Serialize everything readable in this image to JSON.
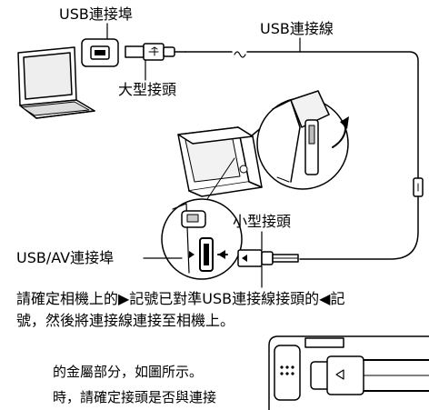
{
  "labels": {
    "usb_port": "USB連接埠",
    "usb_cable": "USB連接線",
    "large_connector": "大型接頭",
    "small_connector": "小型接頭",
    "usb_av_port": "USB/AV連接埠"
  },
  "caption": {
    "line1": "請確定相機上的▶記號已對準USB連接線接頭的◀記",
    "line2": "號，然後將連接線連接至相機上。"
  },
  "body_text": {
    "line1": "的金屬部分，如圖所示。",
    "line2": "時，請確定接頭是否與連接"
  }
}
